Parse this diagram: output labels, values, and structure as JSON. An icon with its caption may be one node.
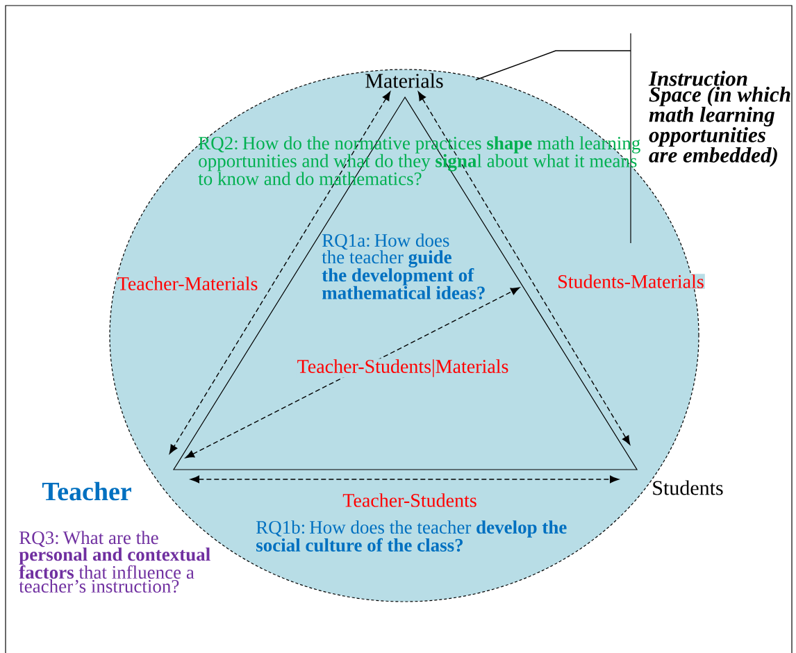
{
  "diagram": {
    "nodes": [
      {
        "text": [],
        "shape": "circle"
      },
      {
        "text": [
          "Materials"
        ],
        "in": 0
      },
      {
        "text": [
          "Teacher"
        ]
      },
      {
        "text": [
          "Students"
        ]
      },
      {
        "text": [
          "Instruction Space (in which math learning opportunities are embedded)"
        ]
      }
    ],
    "edges": [
      {
        "from": 1,
        "to": 2,
        "arrow": "both",
        "style": "dashed",
        "label": "Teacher-Materials"
      },
      {
        "from": 1,
        "to": 3,
        "arrow": "both",
        "style": "dashed",
        "label": "Students-Materials"
      },
      {
        "from": 2,
        "to": 3,
        "arrow": "both",
        "style": "dashed",
        "label": "Teacher-Students"
      },
      {
        "from": 2,
        "to": null,
        "arrow": "both",
        "style": "dashed",
        "label": "Teacher-Students|Materials"
      },
      {
        "from": 4,
        "to": 0,
        "arrow": "none"
      }
    ],
    "labels": [
      "RQ2: How do the normative practices **shape** math learning opportunities and what do they **signa**l about what it means to know and do mathematics?",
      "RQ1a: How does the teacher **guide the development of mathematical ideas?**",
      "RQ1b: How does the teacher **develop the social culture of the class?**",
      "RQ3: What are the **personal and contextual factors** that influence a teacher’s instruction?"
    ]
  }
}
